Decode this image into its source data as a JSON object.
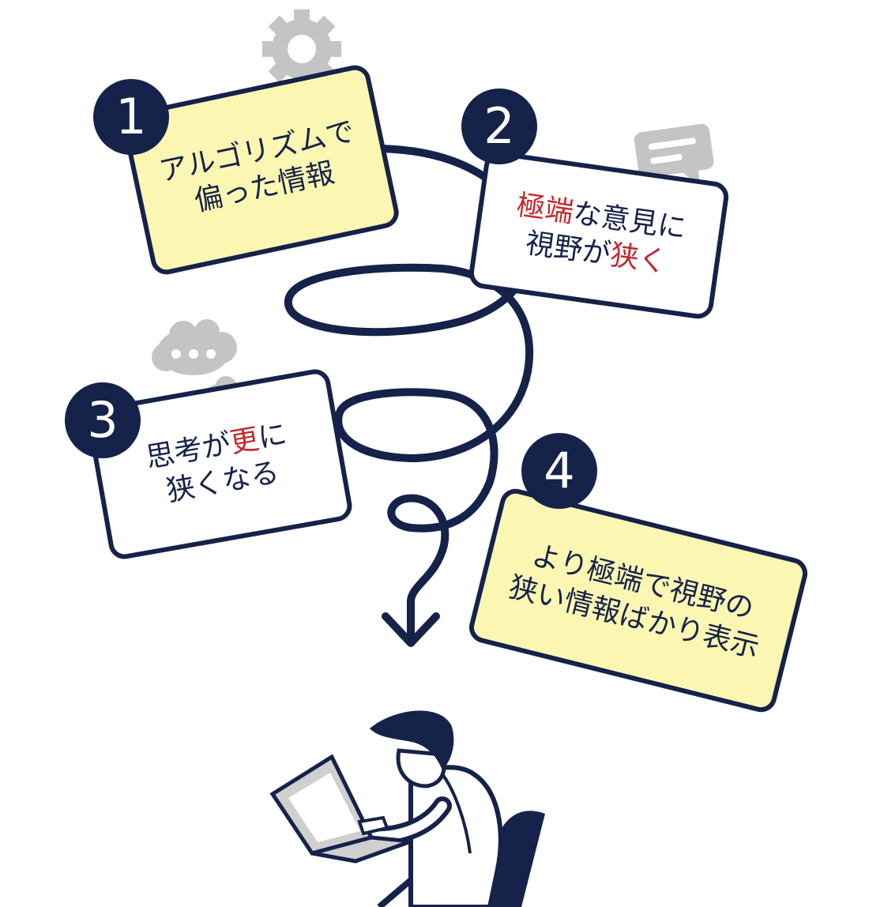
{
  "colors": {
    "navy": "#15224a",
    "highlight": "#c3282e",
    "yellow": "#fbf7b3",
    "white": "#ffffff",
    "gray": "#c4c4c4"
  },
  "steps": [
    {
      "number": "1",
      "lines": [
        "アルゴリズムで",
        "偏った情報"
      ],
      "icon": "gear-icon"
    },
    {
      "number": "2",
      "line1": {
        "hl": "極端",
        "rest": "な意見に"
      },
      "line2": {
        "pre": "視野が",
        "hl": "狭く"
      },
      "icon": "speech-bubble-icon"
    },
    {
      "number": "3",
      "line1": {
        "pre": "思考が",
        "hl": "更",
        "post": "に"
      },
      "line2": "狭くなる",
      "icon": "thought-bubble-icon"
    },
    {
      "number": "4",
      "lines": [
        "より極端で視野の",
        "狭い情報ばかり表示"
      ]
    }
  ]
}
